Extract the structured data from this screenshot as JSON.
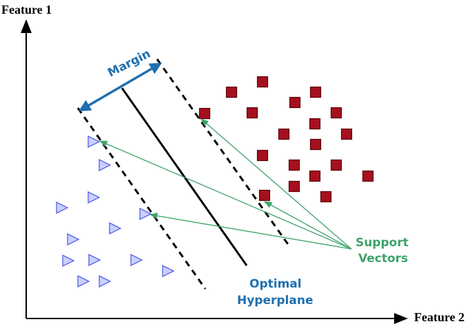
{
  "labels": {
    "y_axis": "Feature 1",
    "x_axis": "Feature 2",
    "margin": "Margin",
    "support_vectors_line1": "Support",
    "support_vectors_line2": "Vectors",
    "hyperplane_line1": "Optimal",
    "hyperplane_line2": "Hyperplane"
  },
  "colors": {
    "square_fill": "#a6101e",
    "square_stroke": "#5a0008",
    "triangle_fill": "#c9d0ff",
    "triangle_stroke": "#5560e8",
    "margin_arrow": "#1f6fb0",
    "support_arrow": "#3ea36a",
    "hyperplane_label": "#1f6fb0",
    "support_label": "#3ea36a"
  },
  "icons": {
    "class_a_marker": "square-icon",
    "class_b_marker": "triangle-icon"
  }
}
